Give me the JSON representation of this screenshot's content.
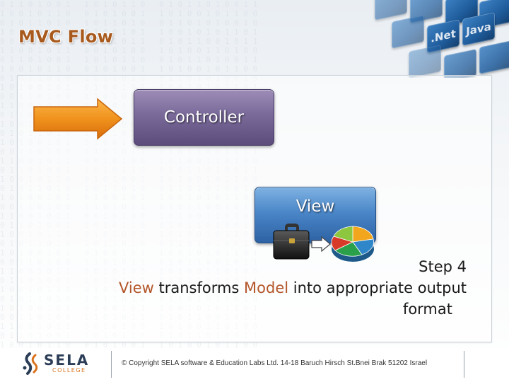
{
  "slide": {
    "title": "MVC Flow"
  },
  "decoration": {
    "cube_labels": [
      ".Net",
      "Java"
    ]
  },
  "diagram": {
    "controller_label": "Controller",
    "view_label": "View"
  },
  "step": {
    "line1": "Step 4",
    "line2_part1": "View",
    "line2_part2": " transforms ",
    "line2_part3": "Model",
    "line2_part4": " into appropriate output",
    "line3": "format"
  },
  "footer": {
    "logo_text": "SELA",
    "logo_subtext": "COLLEGE",
    "copyright": "© Copyright SELA software & Education Labs Ltd. 14-18 Baruch Hirsch St.Bnei Brak 51202 Israel"
  },
  "colors": {
    "title": "#a85a1e",
    "highlight": "#b4572a",
    "controller": "#7a6a9a",
    "view": "#4a86c8",
    "arrow": "#f0921c"
  }
}
